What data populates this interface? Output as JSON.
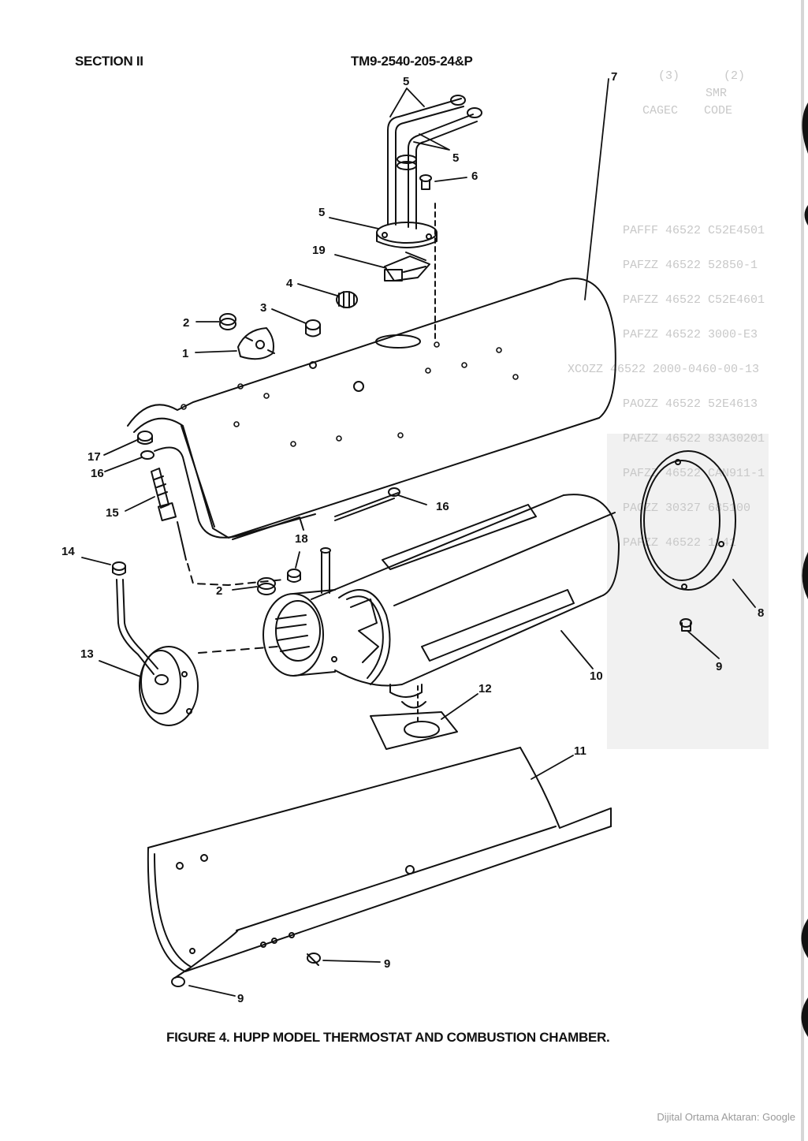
{
  "header": {
    "section": "SECTION II",
    "manual_number": "TM9-2540-205-24&P"
  },
  "figure": {
    "caption": "FIGURE 4.  HUPP MODEL THERMOSTAT AND COMBUSTION CHAMBER.",
    "callouts": [
      "5",
      "5",
      "6",
      "5",
      "19",
      "7",
      "4",
      "3",
      "2",
      "1",
      "17",
      "16",
      "16",
      "15",
      "18",
      "14",
      "2",
      "13",
      "8",
      "9",
      "10",
      "12",
      "11",
      "9",
      "9"
    ]
  },
  "bleed_through": {
    "col_headers": [
      "(2)",
      "(3)",
      "SMR",
      "CODE",
      "CAGEC"
    ],
    "rows": [
      "PAFFF 46522 C52E4501",
      "PAFZZ 46522 52850-1",
      "PAFZZ 46522 C52E4601",
      "PAFZZ 46522 3000-E3",
      "XCOZZ 46522 2000-0460-00-13",
      "PAOZZ 46522 52E4613",
      "PAFZZ 46522 83A30201",
      "PAFZZ 46522 CAN911-1",
      "PAOZZ 30327 685100",
      "PAFZZ 46522 1141"
    ]
  },
  "footer": {
    "watermark": "Dijital Ortama Aktaran: Google"
  },
  "colors": {
    "ink": "#111111",
    "bleed": "#c8c8c8",
    "watermark": "#9a9a9a"
  }
}
